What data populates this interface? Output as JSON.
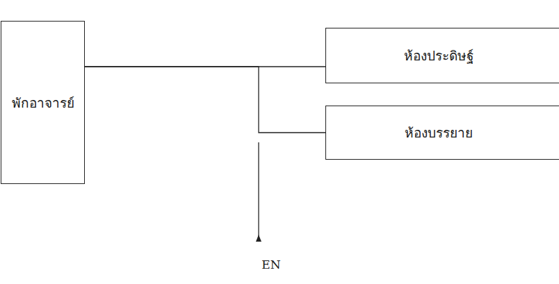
{
  "diagram": {
    "nodes": [
      {
        "text": [
          "พักอาจารย์"
        ]
      },
      {
        "text": [
          "ห้องประดิษฐ์"
        ]
      },
      {
        "text": [
          "ห้องบรรยาย"
        ]
      }
    ],
    "edges": [
      {
        "from": 0,
        "to": 1,
        "arrow": "none"
      },
      {
        "from": 0,
        "to": 2,
        "arrow": "none"
      }
    ],
    "labels": [
      "EN"
    ]
  }
}
